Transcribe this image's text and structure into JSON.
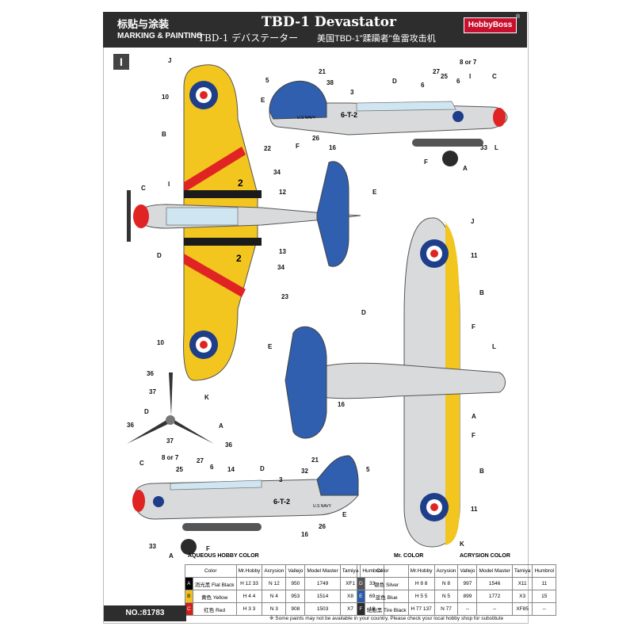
{
  "header": {
    "cn_title": "标贴与涂装",
    "en_title": "MARKING & PAINTING",
    "main_title": "TBD-1 Devastator",
    "jp_title": "TBD-1 デバステーター",
    "cn_subtitle": "美国TBD-1\"蹂躏者\"鱼雷攻击机",
    "brand": "HobbyBoss",
    "reg_mark": "®"
  },
  "page_marker": "I",
  "kit_number": "NO.:81783",
  "note": "※ Some paints may not be available in your country. Please check your local hobby shop for substitute",
  "fuselage_code": "6-T-2",
  "navy_label": "U.S NAVY",
  "wing_number": "2",
  "callouts": [
    "J",
    "10",
    "B",
    "22",
    "34",
    "12",
    "13",
    "34",
    "23",
    "10",
    "K",
    "C",
    "I",
    "D",
    "E",
    "5",
    "21",
    "38",
    "E",
    "F",
    "26",
    "16",
    "3",
    "D",
    "6",
    "27",
    "25",
    "6",
    "8 or 7",
    "I",
    "C",
    "33",
    "L",
    "F",
    "A",
    "J",
    "11",
    "B",
    "D",
    "F",
    "E",
    "L",
    "16",
    "A",
    "F",
    "B",
    "11",
    "K",
    "36",
    "37",
    "D",
    "A",
    "36",
    "37",
    "36",
    "C",
    "8 or 7",
    "25",
    "27",
    "6",
    "14",
    "D",
    "3",
    "21",
    "32",
    "5",
    "6-T-2",
    "33",
    "A",
    "F",
    "26",
    "16",
    "E"
  ],
  "legend": {
    "aqueous_title": "AQUEOUS HOBBY COLOR",
    "mr_title": "Mr. COLOR",
    "acrysion_title": "ACRYSION COLOR",
    "aqueous_prefix": "H",
    "acrysion_prefix": "N",
    "columns_left": [
      "Color",
      "Mr.Hobby",
      "Acrysion",
      "Vallejo",
      "Model Master",
      "Tamiya",
      "Humbrol"
    ],
    "columns_right": [
      "Color",
      "Mr.Hobby",
      "Acrysion",
      "Vallejo",
      "Model Master",
      "Tamiya",
      "Humbrol"
    ],
    "rows_left": [
      {
        "key": "A",
        "cn": "消光黑",
        "en": "Flat Black",
        "swatch": "#1a1a1a",
        "mrhobby": "H 12 33",
        "acrysion": "N 12",
        "vallejo": "950",
        "mm": "1749",
        "tamiya": "XF1",
        "humbrol": "33"
      },
      {
        "key": "B",
        "cn": "黄色",
        "en": "Yellow",
        "swatch": "#f0c020",
        "mrhobby": "H 4 4",
        "acrysion": "N 4",
        "vallejo": "953",
        "mm": "1514",
        "tamiya": "X8",
        "humbrol": "69"
      },
      {
        "key": "C",
        "cn": "红色",
        "en": "Red",
        "swatch": "#d02020",
        "mrhobby": "H 3 3",
        "acrysion": "N 3",
        "vallejo": "908",
        "mm": "1503",
        "tamiya": "X7",
        "humbrol": "19"
      }
    ],
    "rows_right": [
      {
        "key": "D",
        "cn": "银色",
        "en": "Silver",
        "swatch": "#bdbdbd",
        "mrhobby": "H 8 8",
        "acrysion": "N 8",
        "vallejo": "997",
        "mm": "1546",
        "tamiya": "X11",
        "humbrol": "11"
      },
      {
        "key": "E",
        "cn": "蓝色",
        "en": "Blue",
        "swatch": "#2a5aa8",
        "mrhobby": "H 5 5",
        "acrysion": "N 5",
        "vallejo": "899",
        "mm": "1772",
        "tamiya": "X3",
        "humbrol": "15"
      },
      {
        "key": "F",
        "cn": "轮胎黑",
        "en": "Tire Black",
        "swatch": "#2b2b2b",
        "mrhobby": "H 77 137",
        "acrysion": "N 77",
        "vallejo": "--",
        "mm": "--",
        "tamiya": "XF85",
        "humbrol": "--"
      }
    ]
  },
  "colors": {
    "yellow": "#f2c51f",
    "blue": "#2f5fae",
    "silver": "#d8dadc",
    "red": "#e02424",
    "black": "#1b1b1b",
    "roundel_blue": "#1e3e8a"
  }
}
